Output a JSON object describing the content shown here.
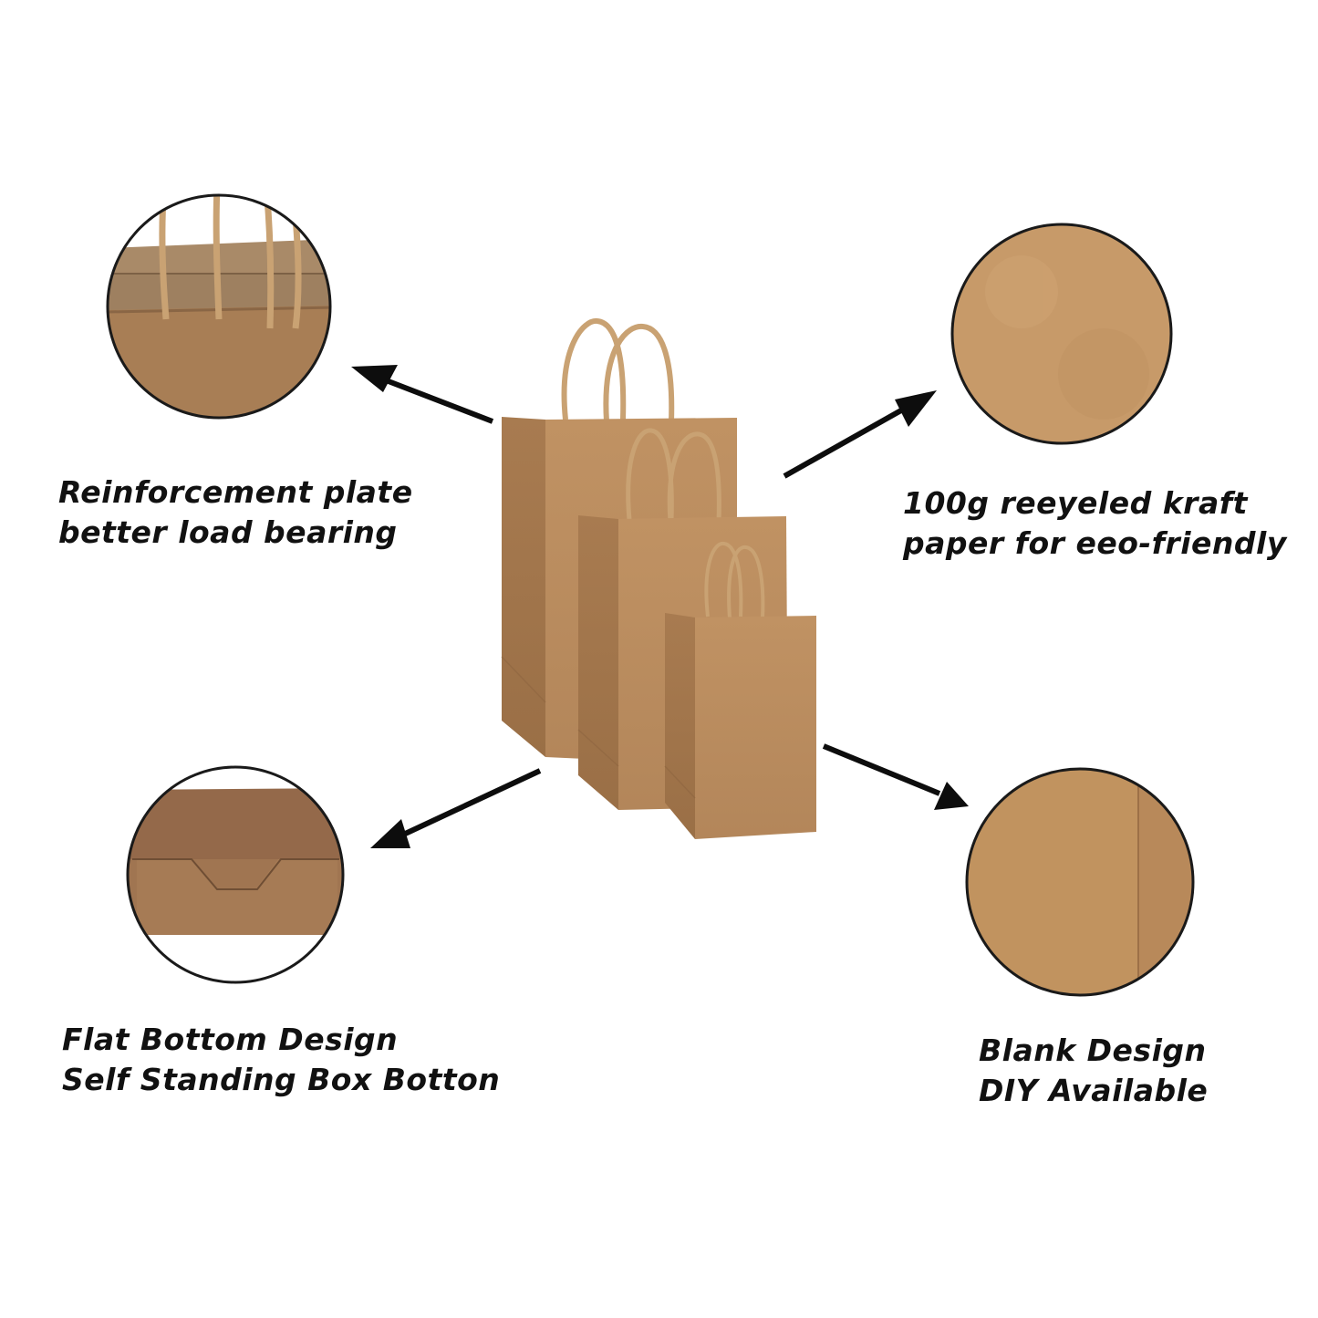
{
  "features": {
    "reinforcement": {
      "line1": "Reinforcement plate",
      "line2": "better load bearing",
      "image": "bag-top-interior-closeup"
    },
    "kraft": {
      "line1": "100g reeyeled kraft",
      "line2": "paper for eeo-friendly",
      "image": "kraft-paper-texture-closeup"
    },
    "bottom": {
      "line1": "Flat Bottom Design",
      "line2": "Self Standing Box Botton",
      "image": "bag-bottom-fold-closeup"
    },
    "blank": {
      "line1": "Blank Design",
      "line2": "DIY Available",
      "image": "blank-bag-side-closeup"
    }
  },
  "product": {
    "image": "three-kraft-paper-bags-with-twisted-handles",
    "bag_count": 3
  },
  "colors": {
    "kraft": "#b98a5c",
    "kraft_dark": "#9c7047",
    "kraft_light": "#c89c6e",
    "handle": "#cfa777",
    "arrow": "#0d0d0d",
    "circle_border": "#1a1a1a",
    "text": "#111111"
  }
}
